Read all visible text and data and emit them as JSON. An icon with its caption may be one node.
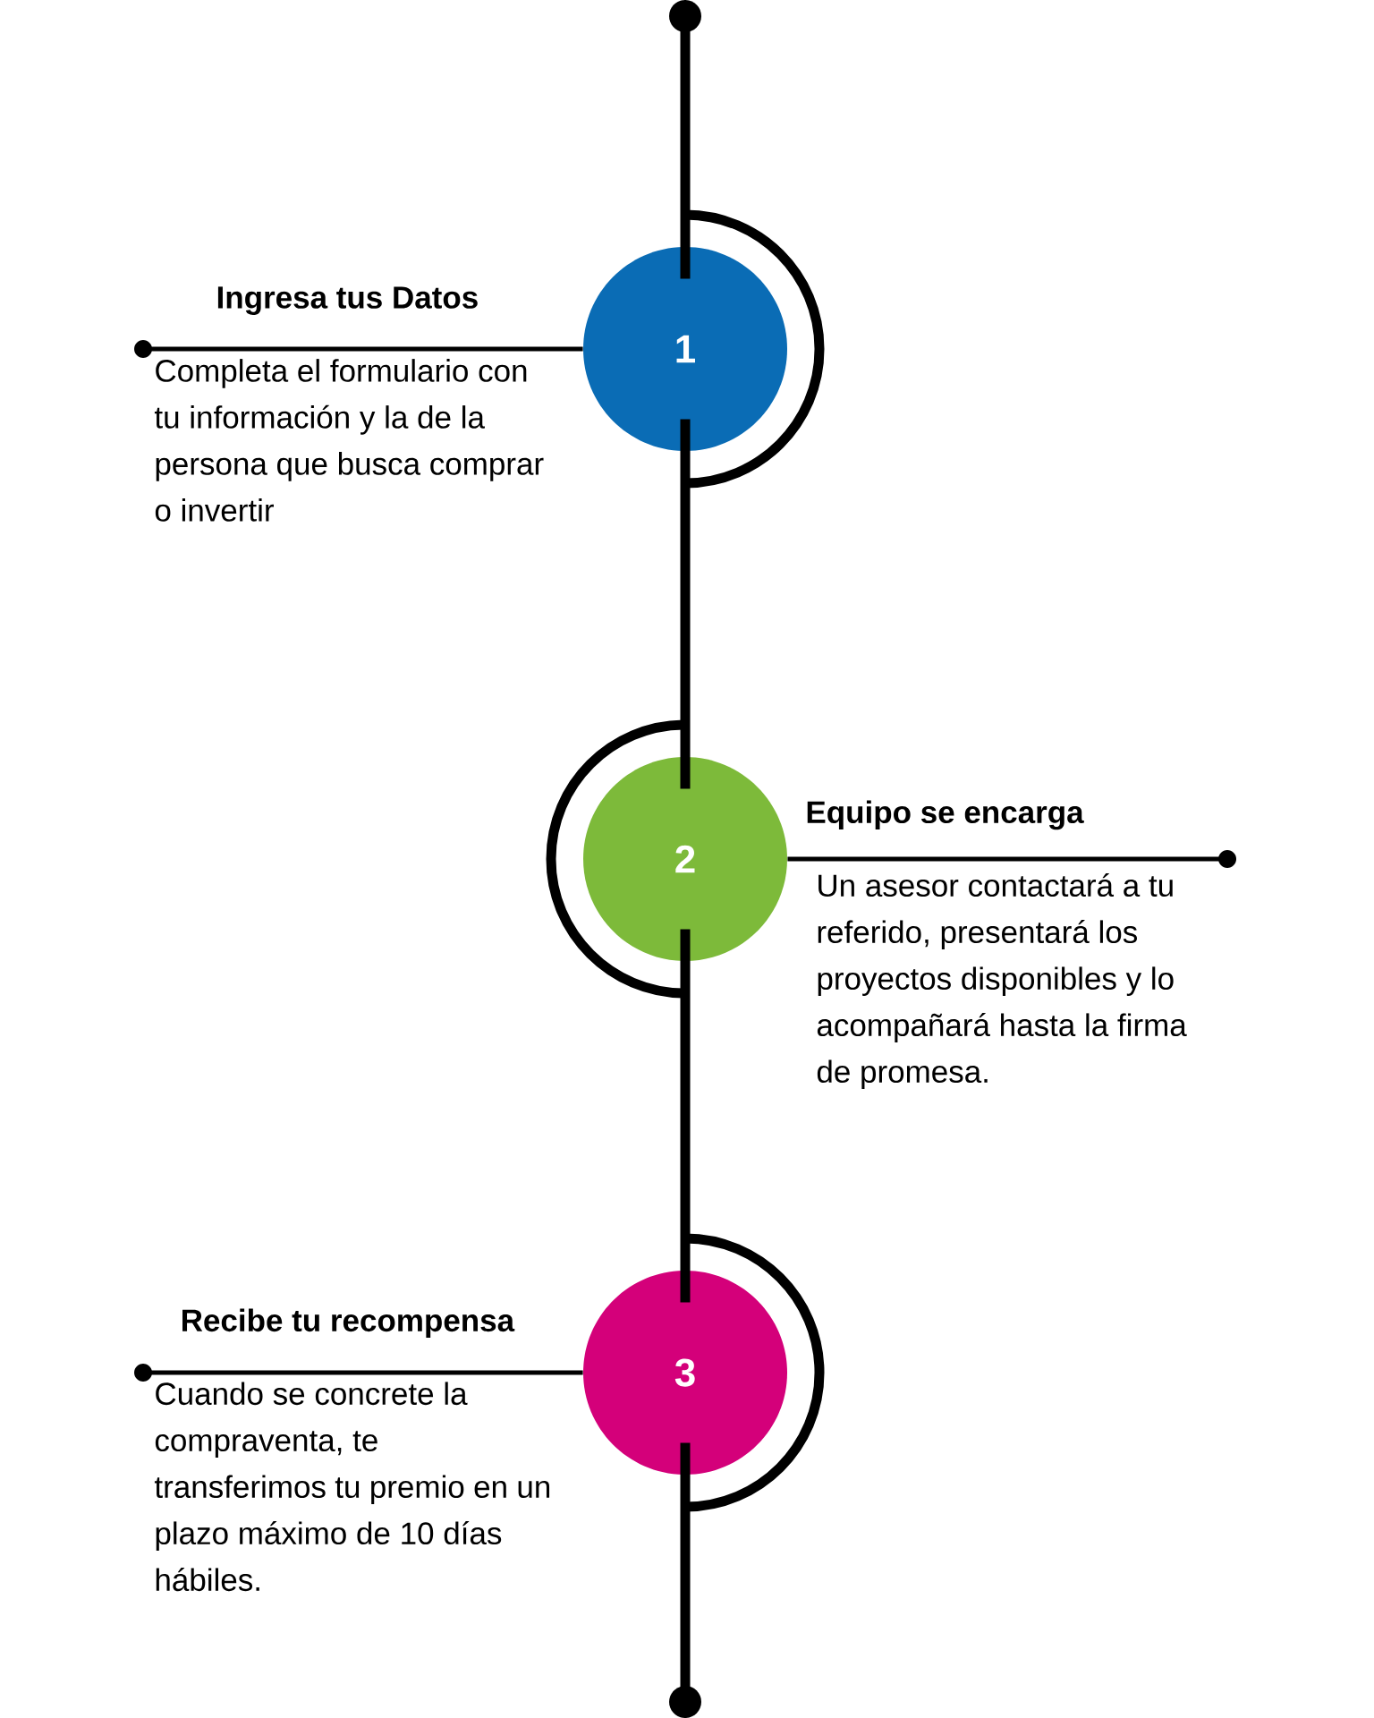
{
  "diagram": {
    "nodes": [
      {
        "text": [
          "1"
        ]
      },
      {
        "text": [
          "2"
        ]
      },
      {
        "text": [
          "3"
        ]
      },
      {
        "text": [
          "Ingresa tus Datos",
          "Completa el formulario con tu información y la de la persona que busca comprar o invertir"
        ]
      },
      {
        "text": [
          "Equipo se encarga",
          "Un asesor contactará a tu referido, presentará los proyectos disponibles y lo acompañará hasta la firma de promesa."
        ]
      },
      {
        "text": [
          "Recibe tu recompensa",
          "Cuando se concrete la compraventa, te transferimos tu premio en un plazo máximo de 10 días hábiles."
        ]
      },
      {
        "text": [],
        "shape": "circle"
      },
      {
        "text": [],
        "shape": "circle"
      },
      {
        "text": [],
        "shape": "circle"
      },
      {
        "text": [],
        "shape": "circle"
      },
      {
        "text": [],
        "shape": "circle"
      }
    ],
    "edges": [
      {
        "from": 6,
        "to": 0,
        "arrow": "none"
      },
      {
        "from": 0,
        "to": 1,
        "arrow": "none"
      },
      {
        "from": 1,
        "to": 2,
        "arrow": "none"
      },
      {
        "from": 2,
        "to": 10,
        "arrow": "none"
      },
      {
        "from": 7,
        "to": 0,
        "arrow": "none"
      },
      {
        "from": 8,
        "to": 1,
        "arrow": "none"
      },
      {
        "from": 9,
        "to": 2,
        "arrow": "none"
      }
    ]
  }
}
